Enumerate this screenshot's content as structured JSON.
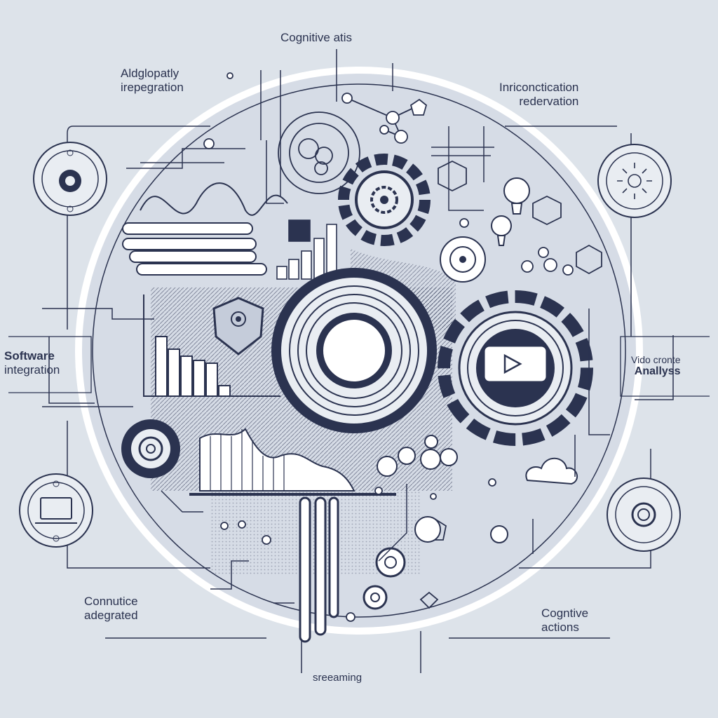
{
  "colors": {
    "background": "#dde3ea",
    "ink": "#2b3350",
    "ring": "#ffffff",
    "panel": "#cbd3df"
  },
  "labels": {
    "top": "Cognitive atis",
    "top_left_1": "Aldglopatly",
    "top_left_2": "irepegration",
    "top_right_1": "Inriconctication",
    "top_right_2": "redervation",
    "left_1": "Software",
    "left_2": "integration",
    "right_1": "Vido cronte",
    "right_2": "Anallyss",
    "bottom_left_1": "Connutice",
    "bottom_left_2": "adegrated",
    "bottom_right_1": "Cogntive",
    "bottom_right_2": "actions",
    "bottom": "sreeaming"
  },
  "icons": [
    "eye-icon",
    "lightbulb-icon",
    "laptop-icon",
    "target-icon",
    "gear-icon",
    "play-icon",
    "cloud-icon",
    "lightbulb-icon",
    "location-pin-icon",
    "hexagon-network-icon"
  ]
}
